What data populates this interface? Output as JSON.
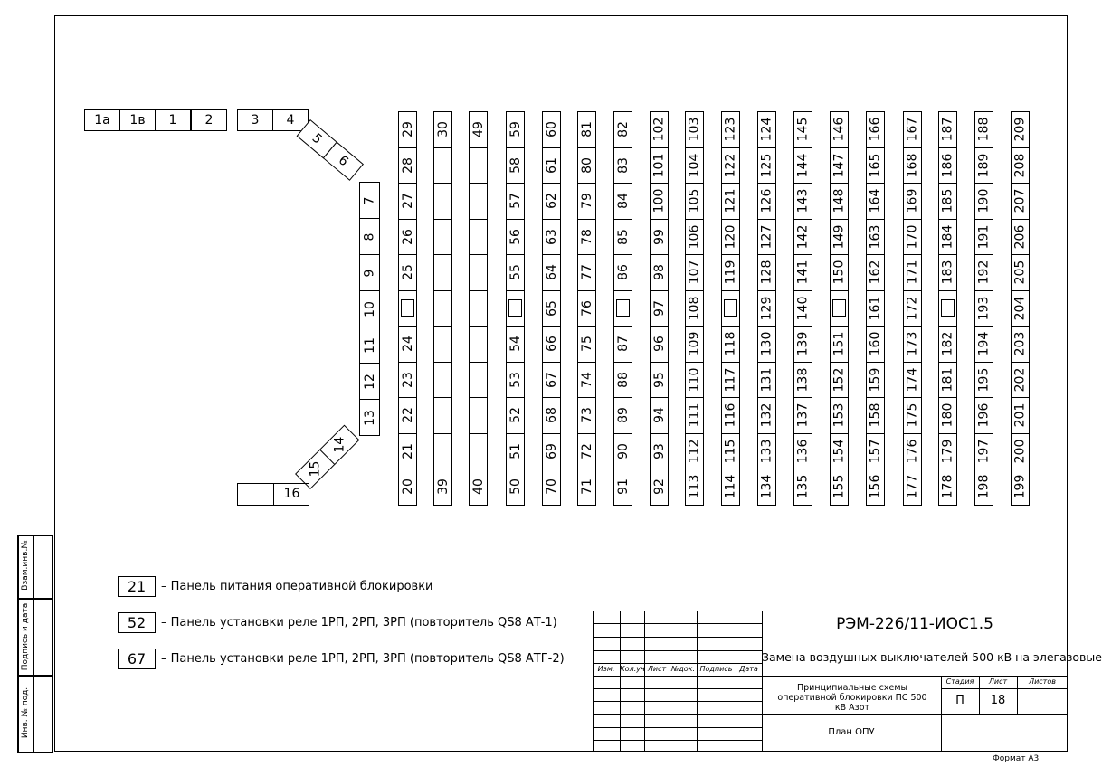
{
  "top_row": [
    "1а",
    "1в",
    "1",
    "2"
  ],
  "top_row_b": [
    "3",
    "4"
  ],
  "diagonal_top": [
    "5",
    "6"
  ],
  "left_column": [
    "7",
    "8",
    "9",
    "10",
    "11",
    "12",
    "13"
  ],
  "diagonal_bottom": [
    "15",
    "14"
  ],
  "bottom_cell": "16",
  "columns": [
    [
      "29",
      "28",
      "27",
      "26",
      "25",
      "□",
      "24",
      "23",
      "22",
      "21",
      "20"
    ],
    [
      "30",
      "",
      "",
      "",
      "",
      "",
      "",
      "",
      "",
      "",
      "39"
    ],
    [
      "49",
      "",
      "",
      "",
      "",
      "",
      "",
      "",
      "",
      "",
      "40"
    ],
    [
      "59",
      "58",
      "57",
      "56",
      "55",
      "□",
      "54",
      "53",
      "52",
      "51",
      "50"
    ],
    [
      "60",
      "61",
      "62",
      "63",
      "64",
      "65",
      "66",
      "67",
      "68",
      "69",
      "70"
    ],
    [
      "81",
      "80",
      "79",
      "78",
      "77",
      "76",
      "75",
      "74",
      "73",
      "72",
      "71"
    ],
    [
      "82",
      "83",
      "84",
      "85",
      "86",
      "□",
      "87",
      "88",
      "89",
      "90",
      "91"
    ],
    [
      "102",
      "101",
      "100",
      "99",
      "98",
      "97",
      "96",
      "95",
      "94",
      "93",
      "92"
    ],
    [
      "103",
      "104",
      "105",
      "106",
      "107",
      "108",
      "109",
      "110",
      "111",
      "112",
      "113"
    ],
    [
      "123",
      "122",
      "121",
      "120",
      "119",
      "□",
      "118",
      "117",
      "116",
      "115",
      "114"
    ],
    [
      "124",
      "125",
      "126",
      "127",
      "128",
      "129",
      "130",
      "131",
      "132",
      "133",
      "134"
    ],
    [
      "145",
      "144",
      "143",
      "142",
      "141",
      "140",
      "139",
      "138",
      "137",
      "136",
      "135"
    ],
    [
      "146",
      "147",
      "148",
      "149",
      "150",
      "□",
      "151",
      "152",
      "153",
      "154",
      "155"
    ],
    [
      "166",
      "165",
      "164",
      "163",
      "162",
      "161",
      "160",
      "159",
      "158",
      "157",
      "156"
    ],
    [
      "167",
      "168",
      "169",
      "170",
      "171",
      "172",
      "173",
      "174",
      "175",
      "176",
      "177"
    ],
    [
      "187",
      "186",
      "185",
      "184",
      "183",
      "□",
      "182",
      "181",
      "180",
      "179",
      "178"
    ],
    [
      "188",
      "189",
      "190",
      "191",
      "192",
      "193",
      "194",
      "195",
      "196",
      "197",
      "198"
    ],
    [
      "209",
      "208",
      "207",
      "206",
      "205",
      "204",
      "203",
      "202",
      "201",
      "200",
      "199"
    ]
  ],
  "legend": [
    {
      "num": "21",
      "text": "– Панель питания оперативной блокировки"
    },
    {
      "num": "52",
      "text": "– Панель установки реле 1РП, 2РП, 3РП (повторитель QS8 АТ-1)"
    },
    {
      "num": "67",
      "text": "– Панель установки реле 1РП, 2РП, 3РП (повторитель QS8 АТГ-2)"
    }
  ],
  "title_block": {
    "doc_code": "РЭМ-226/11-ИОС1.5",
    "project": "Замена воздушных выключателей 500 кВ на элегазовые",
    "headers": [
      "Изм.",
      "Кол.уч",
      "Лист",
      "№док.",
      "Подпись",
      "Дата"
    ],
    "description": "Принципиальные схемы оперативной блокировки ПС 500 кВ Азот",
    "sheet_title": "План ОПУ",
    "stage_label": "Стадия",
    "sheet_label": "Лист",
    "sheets_label": "Листов",
    "stage": "П",
    "sheet": "18",
    "sheets": ""
  },
  "side_labels": [
    "Взам.инв.№",
    "Подпись и дата",
    "Инв. № под."
  ],
  "format_label": "Формат А3"
}
